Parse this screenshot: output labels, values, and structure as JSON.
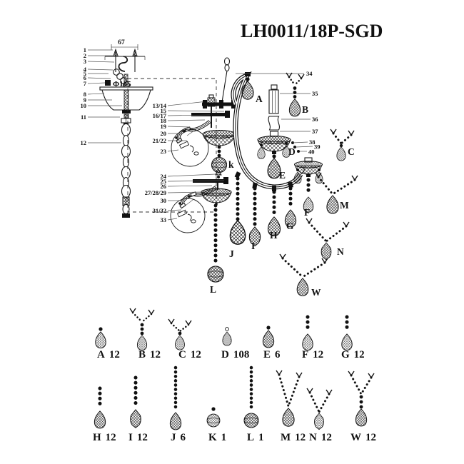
{
  "title": "LH0011/18P-SGD",
  "diagram": {
    "dim_width": "67",
    "dim_diameter": "Φ145",
    "mount_parts": [
      "1",
      "2",
      "3",
      "4",
      "5",
      "6",
      "7",
      "8",
      "9",
      "10",
      "11",
      "12"
    ],
    "upper_arm_parts": [
      "13/14",
      "15",
      "16/17",
      "18",
      "19",
      "20",
      "21/22",
      "23"
    ],
    "lower_arm_parts": [
      "24",
      "25",
      "26",
      "27/28/29",
      "30",
      "31/32",
      "33"
    ],
    "hanging_parts": [
      "34",
      "35",
      "36",
      "37",
      "38",
      "39",
      "40"
    ],
    "crystal_labels": {
      "A": "A",
      "B": "B",
      "C": "C",
      "D": "D",
      "E": "E",
      "F": "F",
      "G": "G",
      "H": "H",
      "I": "I",
      "J": "J",
      "k": "k",
      "L": "L",
      "M": "M",
      "N": "N",
      "W": "W"
    }
  },
  "legend": {
    "row1": [
      {
        "letter": "A",
        "qty": "12"
      },
      {
        "letter": "B",
        "qty": "12"
      },
      {
        "letter": "C",
        "qty": "12"
      },
      {
        "letter": "D",
        "qty": "108"
      },
      {
        "letter": "E",
        "qty": "6"
      },
      {
        "letter": "F",
        "qty": "12"
      },
      {
        "letter": "G",
        "qty": "12"
      }
    ],
    "row2": [
      {
        "letter": "H",
        "qty": "12"
      },
      {
        "letter": "I",
        "qty": "12"
      },
      {
        "letter": "J",
        "qty": "6"
      },
      {
        "letter": "K",
        "qty": "1"
      },
      {
        "letter": "L",
        "qty": "1"
      },
      {
        "letter": "M",
        "qty": "12"
      },
      {
        "letter": "N",
        "qty": "12"
      },
      {
        "letter": "W",
        "qty": "12"
      }
    ]
  },
  "colors": {
    "ink": "#111111",
    "background": "#ffffff"
  }
}
